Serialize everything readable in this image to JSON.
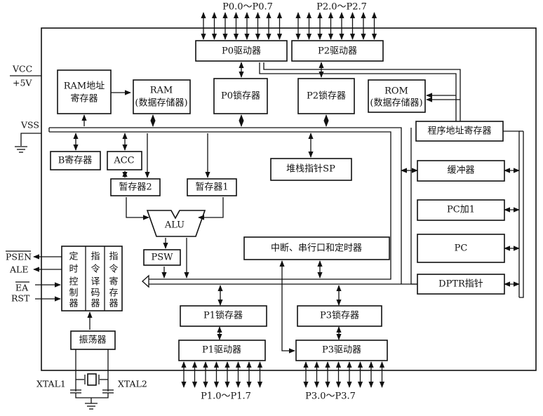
{
  "diagram": {
    "title": "",
    "port_labels": {
      "p0": "P0.0～P0.7",
      "p2": "P2.0～P2.7",
      "p1": "P1.0～P1.7",
      "p3": "P3.0～P3.7"
    },
    "power": {
      "vcc": "VCC",
      "vcc_value": "+5V",
      "vss": "VSS"
    },
    "control_pins": {
      "psen": "PSEN",
      "ale": "ALE",
      "ea": "EA",
      "rst": "RST"
    },
    "crystal": {
      "xtal1": "XTAL1",
      "xtal2": "XTAL2"
    },
    "blocks": {
      "p0_driver": "P0驱动器",
      "p2_driver": "P2驱动器",
      "ram_addr_reg_line1": "RAM地址",
      "ram_addr_reg_line2": "寄存器",
      "ram_line1": "RAM",
      "ram_line2": "(数据存储器)",
      "p0_latch": "P0锁存器",
      "p2_latch": "P2锁存器",
      "rom_line1": "ROM",
      "rom_line2": "(数据存储器)",
      "prog_addr_reg": "程序地址寄存器",
      "b_reg": "B寄存器",
      "acc": "ACC",
      "tmp2": "暂存器2",
      "tmp1": "暂存器1",
      "sp": "堆栈指针SP",
      "buffer": "缓冲器",
      "pc_inc": "PC加1",
      "pc": "PC",
      "alu": "ALU",
      "psw": "PSW",
      "interrupt": "中断、串行口和定时器",
      "dptr": "DPTR指针",
      "timing_ctrl": [
        "定",
        "时",
        "控",
        "制",
        "器"
      ],
      "instr_decoder": [
        "指",
        "令",
        "译",
        "码",
        "器"
      ],
      "instr_reg": [
        "指",
        "令",
        "寄",
        "存",
        "器"
      ],
      "oscillator": "振荡器",
      "p1_latch": "P1锁存器",
      "p3_latch": "P3锁存器",
      "p1_driver": "P1驱动器",
      "p3_driver": "P3驱动器"
    }
  }
}
